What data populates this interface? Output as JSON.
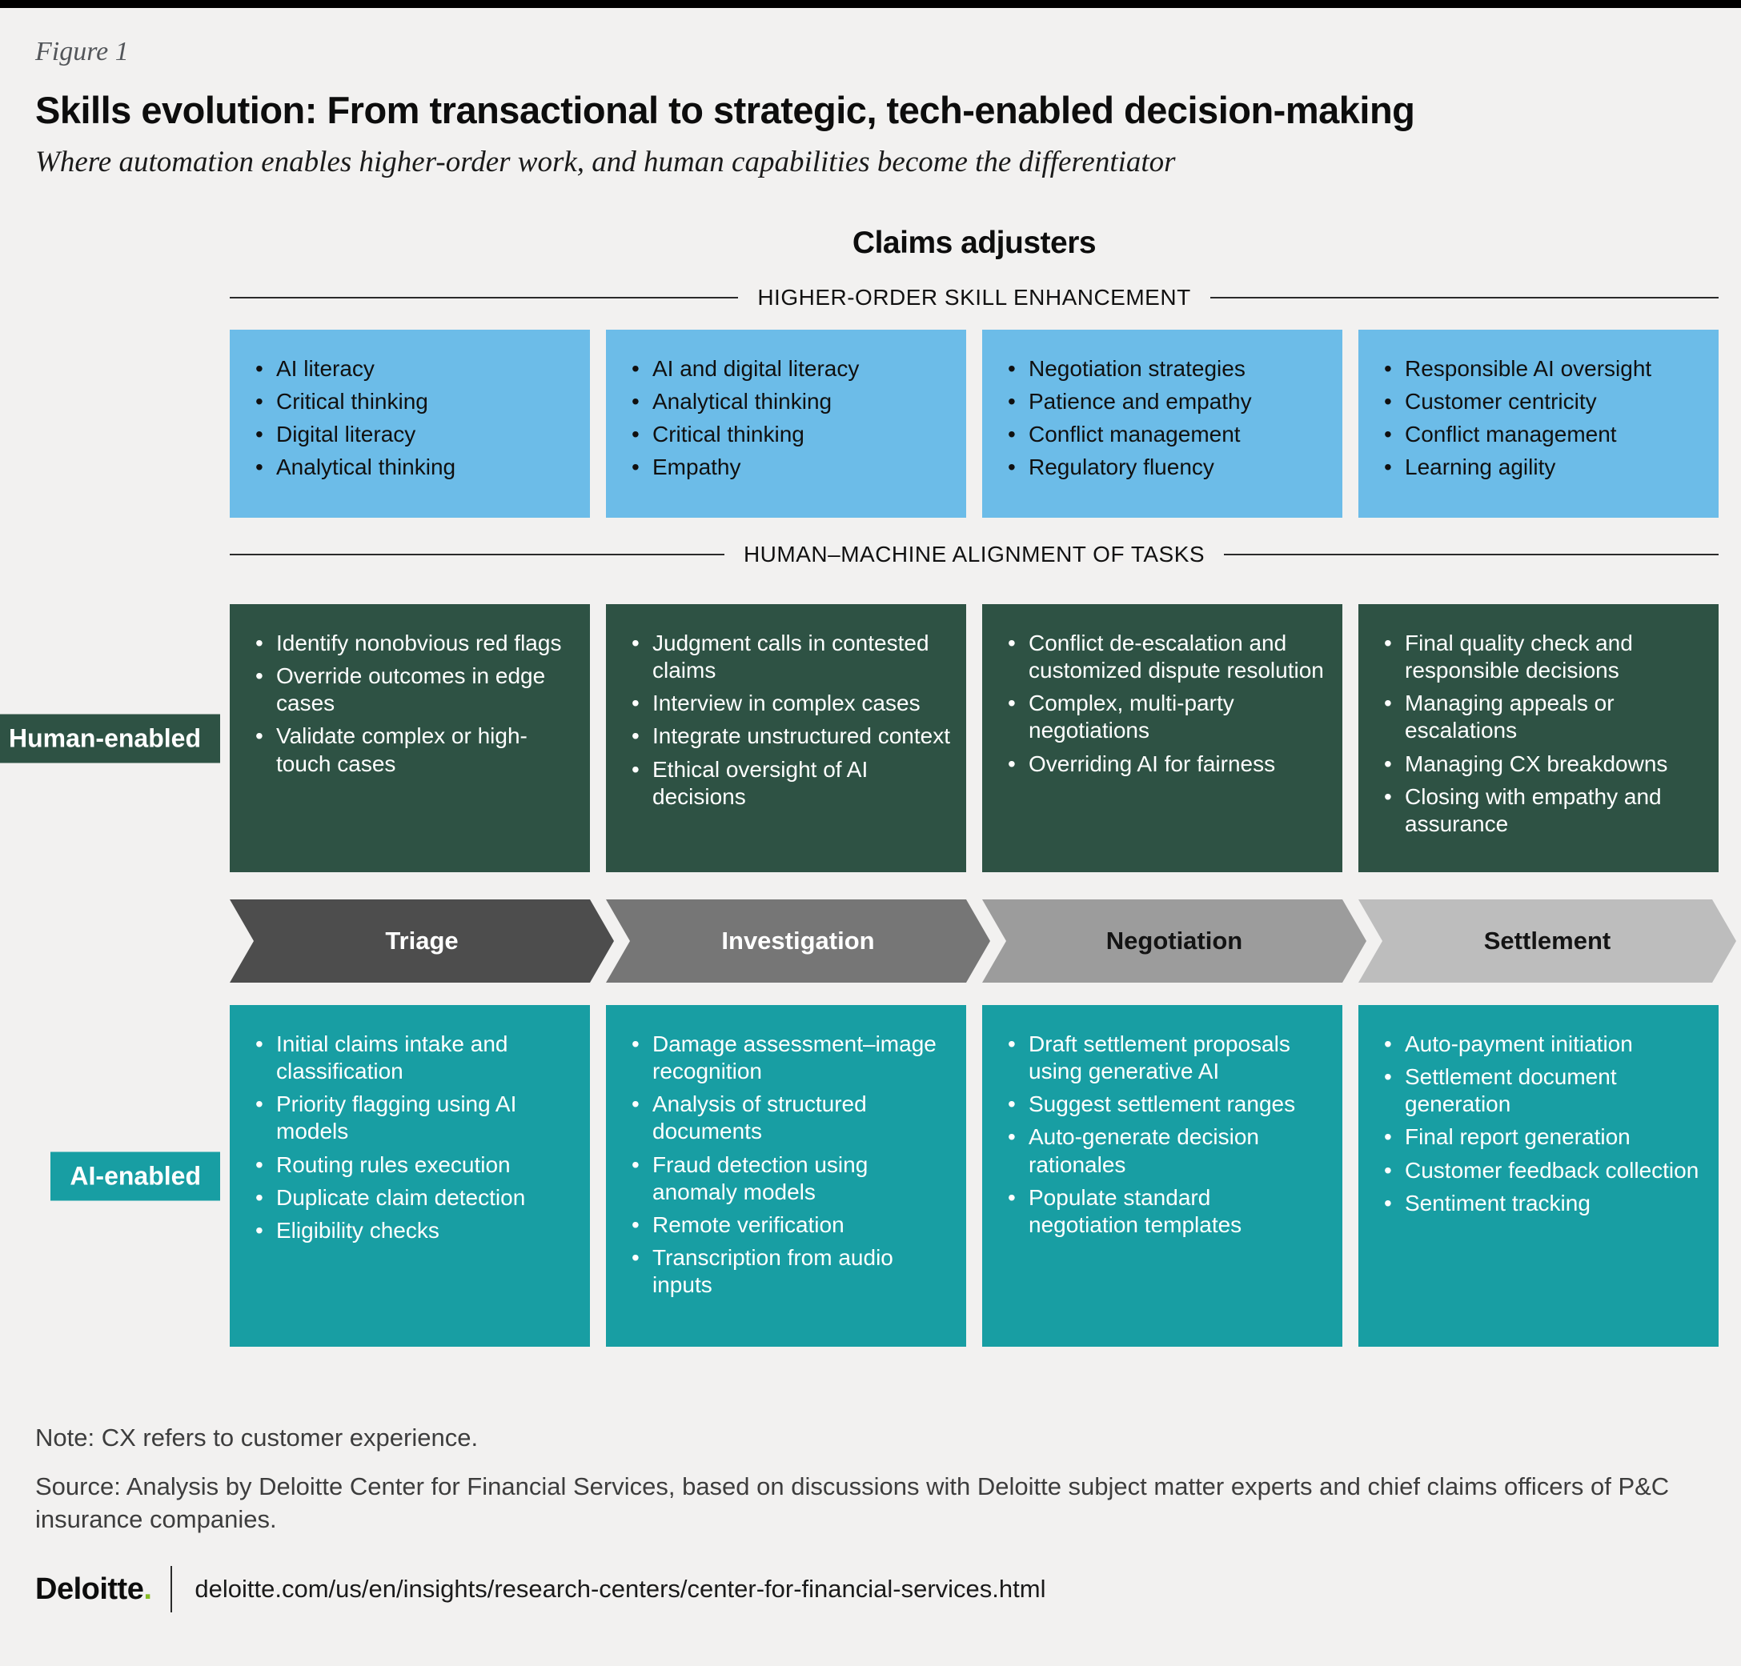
{
  "figure_label": "Figure 1",
  "title": "Skills evolution: From transactional to strategic, tech-enabled decision-making",
  "subtitle": "Where automation enables higher-order work, and human capabilities become the differentiator",
  "diagram": {
    "heading": "Claims adjusters",
    "skills_section_label": "HIGHER-ORDER SKILL ENHANCEMENT",
    "tasks_section_label": "HUMAN–MACHINE ALIGNMENT OF TASKS",
    "human_label": "Human-enabled",
    "ai_label": "AI-enabled",
    "stages": [
      "Triage",
      "Investigation",
      "Negotiation",
      "Settlement"
    ],
    "skills": [
      [
        "AI literacy",
        "Critical thinking",
        "Digital literacy",
        "Analytical thinking"
      ],
      [
        "AI and digital literacy",
        "Analytical thinking",
        "Critical thinking",
        "Empathy"
      ],
      [
        "Negotiation strategies",
        "Patience and empathy",
        "Conflict management",
        "Regulatory fluency"
      ],
      [
        "Responsible AI oversight",
        "Customer centricity",
        "Conflict management",
        "Learning agility"
      ]
    ],
    "human_tasks": [
      [
        "Identify nonobvious red flags",
        "Override outcomes in edge cases",
        "Validate complex or high-touch cases"
      ],
      [
        "Judgment calls in contested claims",
        "Interview in complex cases",
        "Integrate unstructured context",
        "Ethical oversight of AI decisions"
      ],
      [
        "Conflict de-escalation and customized dispute resolution",
        "Complex, multi-party negotiations",
        "Overriding AI for fairness"
      ],
      [
        "Final quality check and responsible decisions",
        "Managing appeals or escalations",
        "Managing CX breakdowns",
        "Closing with empathy and assurance"
      ]
    ],
    "ai_tasks": [
      [
        "Initial claims intake and classification",
        "Priority flagging using AI models",
        "Routing rules execution",
        "Duplicate claim detection",
        "Eligibility checks"
      ],
      [
        "Damage assessment–image recognition",
        "Analysis of structured documents",
        "Fraud detection using anomaly models",
        "Remote verification",
        "Transcription from audio inputs"
      ],
      [
        "Draft settlement proposals using generative AI",
        "Suggest settlement ranges",
        "Auto-generate decision rationales",
        "Populate standard negotiation templates"
      ],
      [
        "Auto-payment initiation",
        "Settlement document generation",
        "Final report generation",
        "Customer feedback collection",
        "Sentiment tracking"
      ]
    ]
  },
  "note": "Note: CX refers to customer experience.",
  "source": "Source: Analysis by Deloitte Center for Financial Services, based on discussions with Deloitte subject matter experts and chief claims officers of P&C insurance companies.",
  "footer": {
    "brand": "Deloitte",
    "brand_dot": ".",
    "url": "deloitte.com/us/en/insights/research-centers/center-for-financial-services.html"
  },
  "colors": {
    "bg": "#F2F1F0",
    "blue": "#6CBCE8",
    "green": "#2E5244",
    "teal": "#189EA3",
    "stage1": "#4D4D4D",
    "stage2": "#767676",
    "stage3": "#9C9C9C",
    "stage4": "#BDBDBD",
    "accent": "#86BC25"
  }
}
